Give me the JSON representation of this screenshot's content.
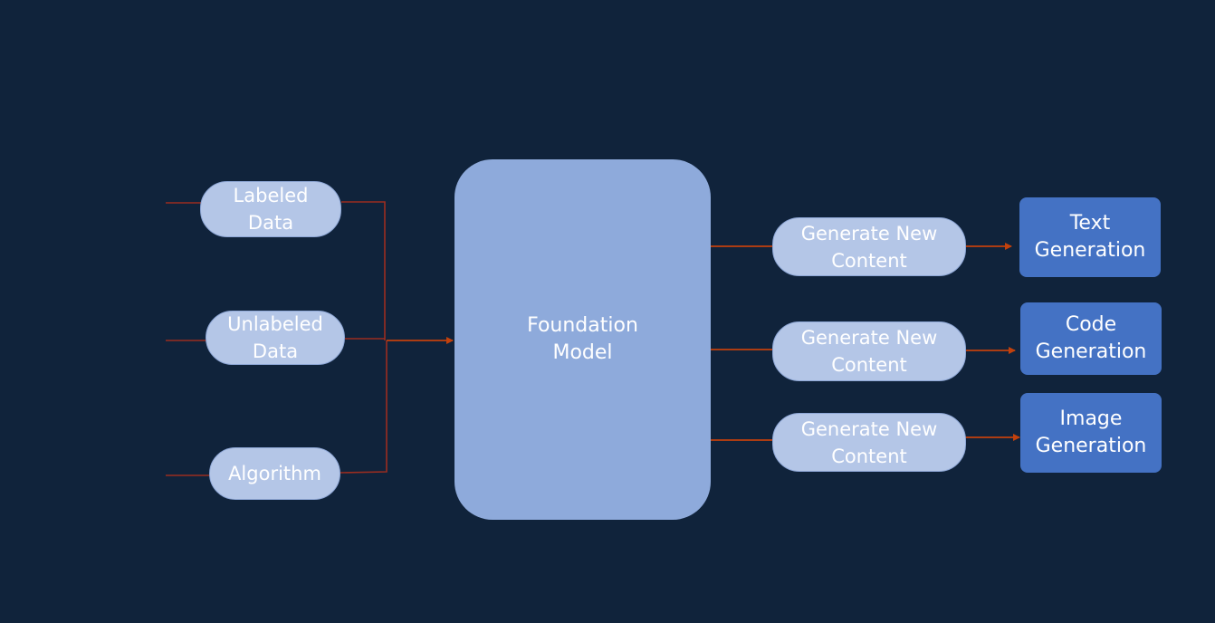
{
  "diagram": {
    "background_color": "#10233b",
    "connector_color": "#9b2d20",
    "arrow_color": "#c2410c",
    "inputs": [
      {
        "id": "labeled",
        "label": "Labeled\nData"
      },
      {
        "id": "unlabeled",
        "label": "Unlabeled\nData"
      },
      {
        "id": "algorithm",
        "label": "Algorithm"
      }
    ],
    "model": {
      "label": "Foundation\nModel"
    },
    "generators": [
      {
        "label": "Generate New\nContent"
      },
      {
        "label": "Generate New\nContent"
      },
      {
        "label": "Generate New\nContent"
      }
    ],
    "outputs": [
      {
        "label": "Text\nGeneration"
      },
      {
        "label": "Code\nGeneration"
      },
      {
        "label": "Image\nGeneration"
      }
    ]
  }
}
